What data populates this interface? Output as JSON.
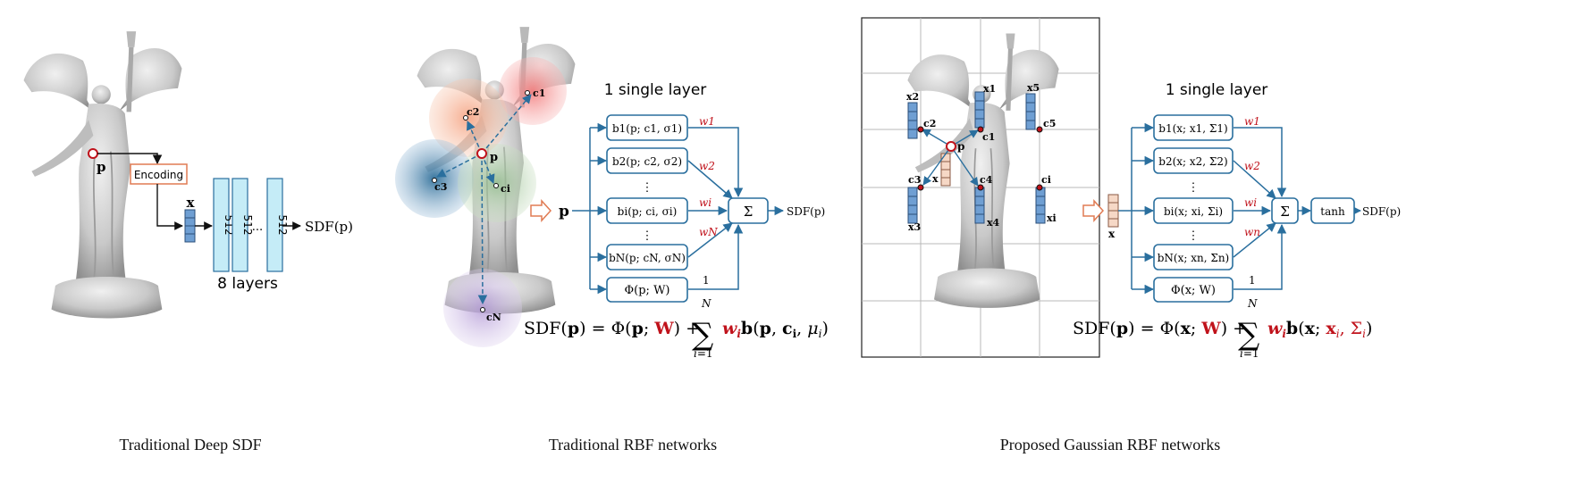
{
  "panel1": {
    "caption": "Traditional Deep SDF",
    "point_label": "p",
    "encoding_label": "Encoding",
    "input_label": "x",
    "layer_labels": [
      "512",
      "512",
      "512"
    ],
    "ellipsis": "...",
    "output_label": "SDF(p)",
    "layers_caption": "8 layers"
  },
  "panel2": {
    "caption": "Traditional RBF networks",
    "title": "1 single layer",
    "input_label": "p",
    "centers": [
      "c1",
      "c2",
      "c3",
      "ci",
      "cN"
    ],
    "nodes": [
      "b1(p; c1, σ1)",
      "b2(p; c2, σ2)",
      "bi(p; ci, σi)",
      "bN(p; cN, σN)",
      "Φ(p; W)"
    ],
    "weights": [
      "w1",
      "w2",
      "wi",
      "wN",
      "1"
    ],
    "sum_label": "Σ",
    "output_label": "SDF(p)",
    "equation": "SDF(p) = Φ(p; W) + Σ_{i=1}^{N} w_i b(p, c_i, μ_i)"
  },
  "panel3": {
    "caption": "Proposed Gaussian RBF networks",
    "title": "1 single layer",
    "input_label": "x",
    "feature_labels": [
      "x2",
      "x1",
      "x5",
      "x3",
      "x4",
      "xi",
      "x"
    ],
    "centers": [
      "c2",
      "c1",
      "c5",
      "c3",
      "c4",
      "ci"
    ],
    "nodes": [
      "b1(x; x1, Σ1)",
      "b2(x; x2, Σ2)",
      "bi(x; xi, Σi)",
      "bN(x; xn, Σn)",
      "Φ(x; W)"
    ],
    "weights": [
      "w1",
      "w2",
      "wi",
      "wn",
      "1"
    ],
    "sum_label": "Σ",
    "tanh_label": "tanh",
    "output_label": "SDF(p)",
    "equation": "SDF(p) = Φ(x; W) + Σ_{i=1}^{N} w_i b(x; x_i, Σ_i)"
  }
}
